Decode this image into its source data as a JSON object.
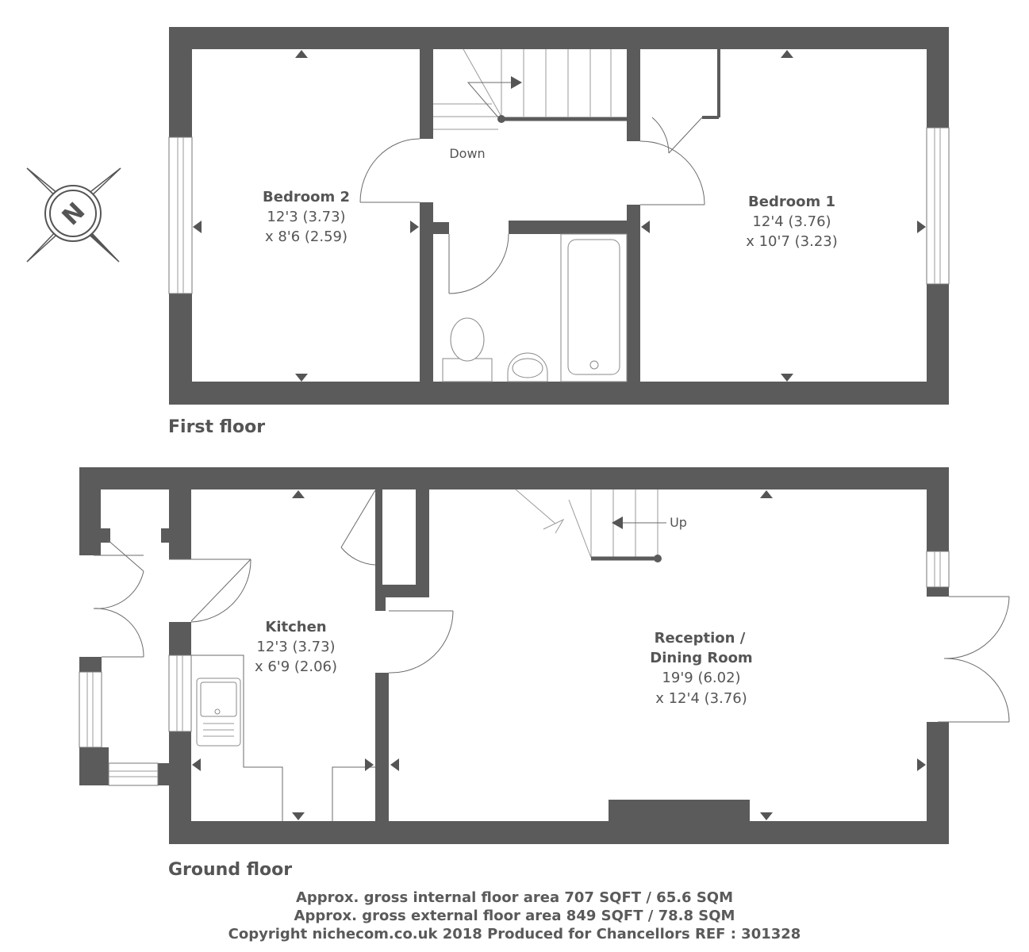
{
  "first_floor": {
    "label": "First floor",
    "down_label": "Down",
    "bedroom2": {
      "name": "Bedroom 2",
      "dim1": "12'3 (3.73)",
      "dim2": "x 8'6 (2.59)"
    },
    "bedroom1": {
      "name": "Bedroom 1",
      "dim1": "12'4 (3.76)",
      "dim2": "x 10'7 (3.23)"
    }
  },
  "ground_floor": {
    "label": "Ground floor",
    "up_label": "Up",
    "kitchen": {
      "name": "Kitchen",
      "dim1": "12'3 (3.73)",
      "dim2": "x 6'9 (2.06)"
    },
    "reception": {
      "name1": "Reception /",
      "name2": "Dining Room",
      "dim1": "19'9 (6.02)",
      "dim2": "x 12'4 (3.76)"
    }
  },
  "compass": {
    "letter": "N"
  },
  "footer": {
    "line1": "Approx. gross internal floor area 707 SQFT / 65.6 SQM",
    "line2": "Approx. gross external floor area 849 SQFT / 78.8 SQM",
    "line3": "Copyright nichecom.co.uk 2018 Produced for Chancellors REF : 301328"
  }
}
